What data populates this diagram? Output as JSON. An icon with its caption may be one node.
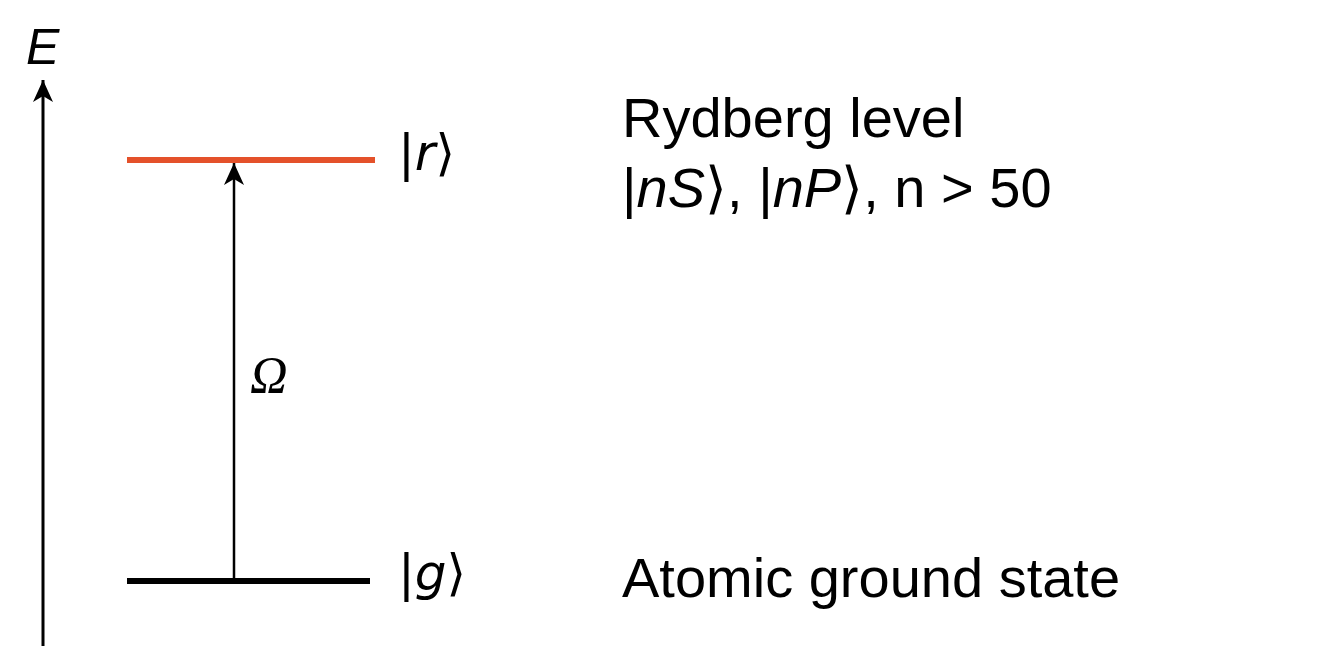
{
  "diagram": {
    "nodes": [
      {
        "text": [],
        "shape": "bar",
        "beside": [
          "|*r*⟩"
        ]
      },
      {
        "text": [],
        "shape": "bar",
        "beside": [
          "|*g*⟩"
        ]
      }
    ],
    "edges": [
      {
        "from": 1,
        "to": 0,
        "arrow": "to",
        "label": "Ω"
      }
    ],
    "labels": [
      "E",
      "Rydberg level",
      "|*nS*⟩, |*nP*⟩, n > 50",
      "Atomic ground state"
    ]
  }
}
